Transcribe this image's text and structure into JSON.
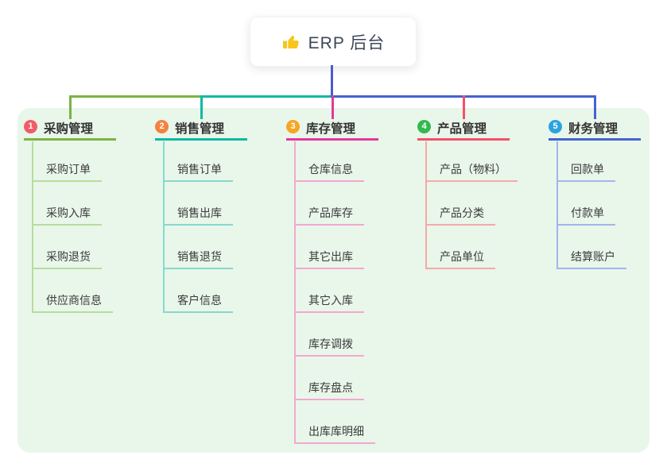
{
  "root": {
    "title": "ERP 后台",
    "icon": "thumbs-up-icon",
    "line_color": "#4a5ace",
    "icon_color": "#f8c51c"
  },
  "panel": {
    "background": "#e9f6ea"
  },
  "branches": [
    {
      "badge": "1",
      "label": "采购管理",
      "color": "#7cb342",
      "light_color": "#b6dc9e",
      "badge_color": "#f25b68",
      "children": [
        "采购订单",
        "采购入库",
        "采购退货",
        "供应商信息"
      ]
    },
    {
      "badge": "2",
      "label": "销售管理",
      "color": "#0cb9a4",
      "light_color": "#86d9cb",
      "badge_color": "#f5813e",
      "children": [
        "销售订单",
        "销售出库",
        "销售退货",
        "客户信息"
      ]
    },
    {
      "badge": "3",
      "label": "库存管理",
      "color": "#e2399b",
      "light_color": "#f3a8d0",
      "badge_color": "#f6a623",
      "children": [
        "仓库信息",
        "产品库存",
        "其它出库",
        "其它入库",
        "库存调拨",
        "库存盘点",
        "出库库明细"
      ]
    },
    {
      "badge": "4",
      "label": "产品管理",
      "color": "#f4516c",
      "light_color": "#f5a9a9",
      "badge_color": "#33b94e",
      "children": [
        "产品（物料）",
        "产品分类",
        "产品单位"
      ]
    },
    {
      "badge": "5",
      "label": "财务管理",
      "color": "#4463d0",
      "light_color": "#a2b6ea",
      "badge_color": "#2aa3df",
      "children": [
        "回款单",
        "付款单",
        "结算账户"
      ]
    }
  ]
}
